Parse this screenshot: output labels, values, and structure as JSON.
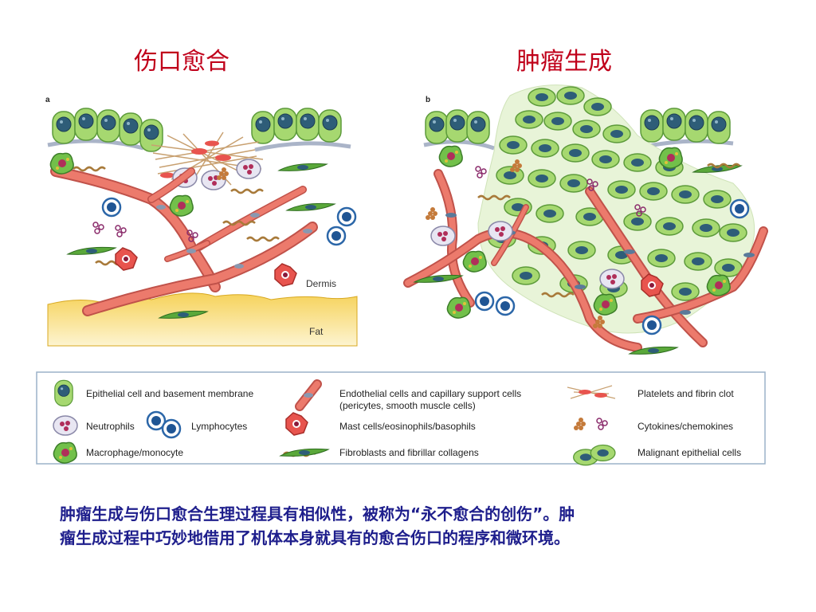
{
  "titles": {
    "wound_healing": "伤口愈合",
    "tumorigenesis": "肿瘤生成"
  },
  "panels": {
    "a": {
      "letter": "a",
      "dermis": "Dermis",
      "fat": "Fat"
    },
    "b": {
      "letter": "b"
    }
  },
  "legend": {
    "epithelial": "Epithelial cell and basement membrane",
    "neutrophils": "Neutrophils",
    "lymphocytes": "Lymphocytes",
    "macrophage": "Macrophage/monocyte",
    "endothelial_line1": "Endothelial cells and capillary support cells",
    "endothelial_line2": "(pericytes, smooth muscle cells)",
    "mast": "Mast cells/eosinophils/basophils",
    "fibroblasts": "Fibroblasts and fibrillar collagens",
    "platelets": "Platelets and fibrin clot",
    "cytokines": "Cytokines/chemokines",
    "malignant": "Malignant epithelial cells"
  },
  "caption": {
    "line1": "肿瘤生成与伤口愈合生理过程具有相似性，被称为“永不愈合的创伤”。肿",
    "line2": "瘤生成过程中巧妙地借用了机体本身就具有的愈合伤口的程序和微环境。"
  },
  "colors": {
    "title_red": "#c0001a",
    "caption_blue": "#1e1e8c",
    "vessel": "#e8675a",
    "epithelial_green": "#9ed46a",
    "nucleus": "#2e5d78",
    "fat_yellow": "#f2c440"
  }
}
